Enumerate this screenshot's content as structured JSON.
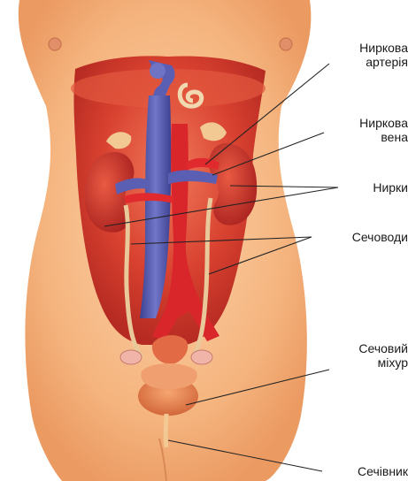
{
  "labels": {
    "renal_artery": [
      "Ниркова",
      "артерія"
    ],
    "renal_vein": [
      "Ниркова",
      "вена"
    ],
    "kidneys": "Нирки",
    "ureters": "Сечоводи",
    "bladder": [
      "Сечовий",
      "міхур"
    ],
    "urethra": "Сечівник"
  },
  "colors": {
    "skin": "#f4b27c",
    "skin_light": "#f9cfa2",
    "inner_cavity": "#d63a2c",
    "kidney": "#c72a25",
    "artery": "#d8262b",
    "vein": "#5b5fb4",
    "ureter": "#e9c89a",
    "bladder": "#ee8a52",
    "leader_line": "#222222"
  }
}
